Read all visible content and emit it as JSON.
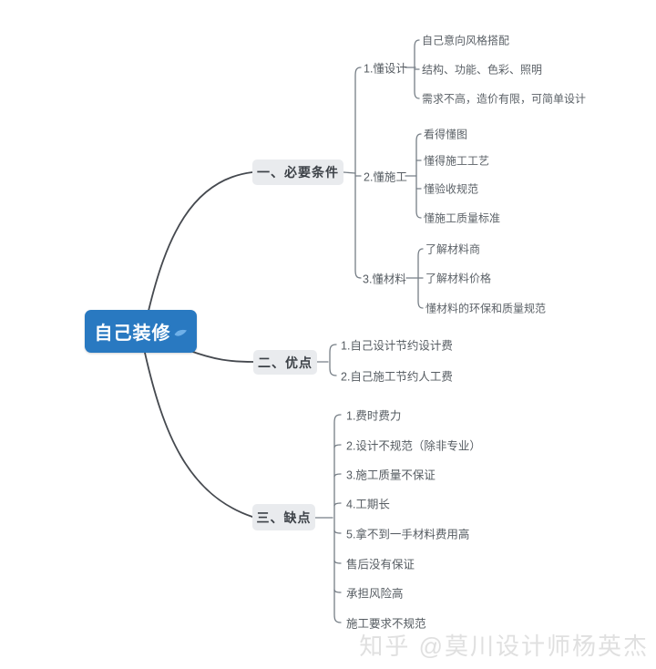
{
  "colors": {
    "root_bg": "#2979C1",
    "root_text": "#FFFFFF",
    "root_icon_blue": "#6FB0E8",
    "branch_bg": "#E9EBEE",
    "branch_text": "#3C4147",
    "item_text": "#5B6167",
    "line_main": "#45494F",
    "line_sub": "#767E86",
    "watermark_text": "#E0E0E0"
  },
  "root": {
    "label": "自己装修",
    "icon": "leaf-icon"
  },
  "branches": [
    {
      "label": "一、必要条件",
      "children": [
        {
          "label": "1.懂设计",
          "children": [
            "自己意向风格搭配",
            "结构、功能、色彩、照明",
            "需求不高，造价有限，可简单设计"
          ]
        },
        {
          "label": "2.懂施工",
          "children": [
            "看得懂图",
            "懂得施工工艺",
            "懂验收规范",
            "懂施工质量标准"
          ]
        },
        {
          "label": "3.懂材料",
          "children": [
            "了解材料商",
            "了解材料价格",
            "懂材料的环保和质量规范"
          ]
        }
      ]
    },
    {
      "label": "二、优点",
      "children": [
        {
          "label": "1.自己设计节约设计费"
        },
        {
          "label": "2.自己施工节约人工费"
        }
      ]
    },
    {
      "label": "三、缺点",
      "children": [
        {
          "label": "1.费时费力"
        },
        {
          "label": "2.设计不规范（除非专业）"
        },
        {
          "label": "3.施工质量不保证"
        },
        {
          "label": "4.工期长"
        },
        {
          "label": "5.拿不到一手材料费用高"
        },
        {
          "label": "售后没有保证"
        },
        {
          "label": "承担风险高"
        },
        {
          "label": "施工要求不规范"
        }
      ]
    }
  ],
  "watermark": "知乎 @莫川设计师杨英杰"
}
